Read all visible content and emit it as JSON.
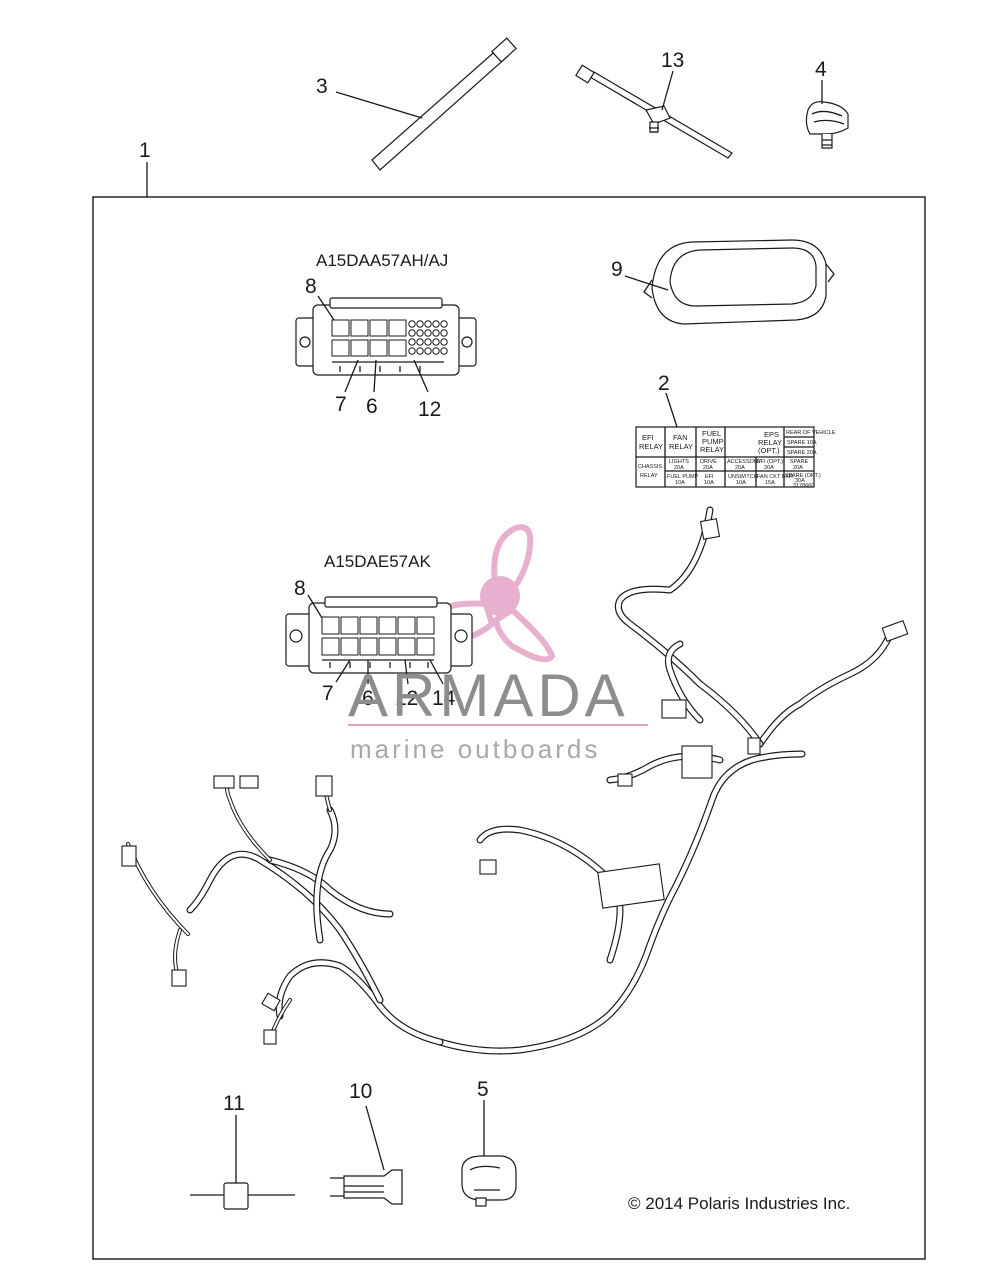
{
  "callouts": {
    "c1": "1",
    "c2": "2",
    "c3": "3",
    "c4": "4",
    "c5": "5",
    "c9": "9",
    "c10": "10",
    "c11": "11",
    "c13": "13"
  },
  "block_a": {
    "model": "A15DAA57AH/AJ",
    "c8": "8",
    "c7": "7",
    "c6": "6",
    "c12": "12"
  },
  "block_b": {
    "model": "A15DAE57AK",
    "c8": "8",
    "c7": "7",
    "c6": "6",
    "c12": "12",
    "c14": "14"
  },
  "decal": {
    "efi_relay_1": "EFI",
    "efi_relay_2": "RELAY",
    "fan_relay_1": "FAN",
    "fan_relay_2": "RELAY",
    "fuel_pump_1": "FUEL",
    "fuel_pump_2": "PUMP",
    "fuel_pump_3": "RELAY",
    "eps_relay_1": "EPS",
    "eps_relay_2": "RELAY",
    "eps_relay_3": "(OPT.)",
    "rear_of_vehicle": "REAR OF VEHICLE",
    "spare_10a": "SPARE 10A",
    "spare_20a": "SPARE 20A",
    "chassis_1": "CHASSIS",
    "chassis_2": "RELAY",
    "lights_1": "LIGHTS",
    "lights_2": "20A",
    "drive_1": "DRIVE",
    "drive_2": "20A",
    "accessory_1": "ACCESSORY",
    "accessory_2": "20A",
    "efi_opt_1": "EFI (OPT.)",
    "efi_opt_2": "30A",
    "spare_b_1": "SPARE",
    "spare_b_2": "20A",
    "fuel_pump_b_1": "FUEL PUMP",
    "fuel_pump_b_2": "10A",
    "efi_b_1": "EFI",
    "efi_b_2": "10A",
    "unswitch_1": "UNSWITCH",
    "unswitch_2": "10A",
    "fan_ckt_1": "FAN CKT BKR",
    "fan_ckt_2": "15A",
    "spare_opt_1": "SPARE (OPT.)",
    "spare_opt_2": "30A",
    "part_no": "3178660"
  },
  "watermark": {
    "brand": "ARMADA",
    "tagline": "marine outboards",
    "accent_color": "#e3a3c6"
  },
  "copyright": "© 2014 Polaris Industries Inc."
}
